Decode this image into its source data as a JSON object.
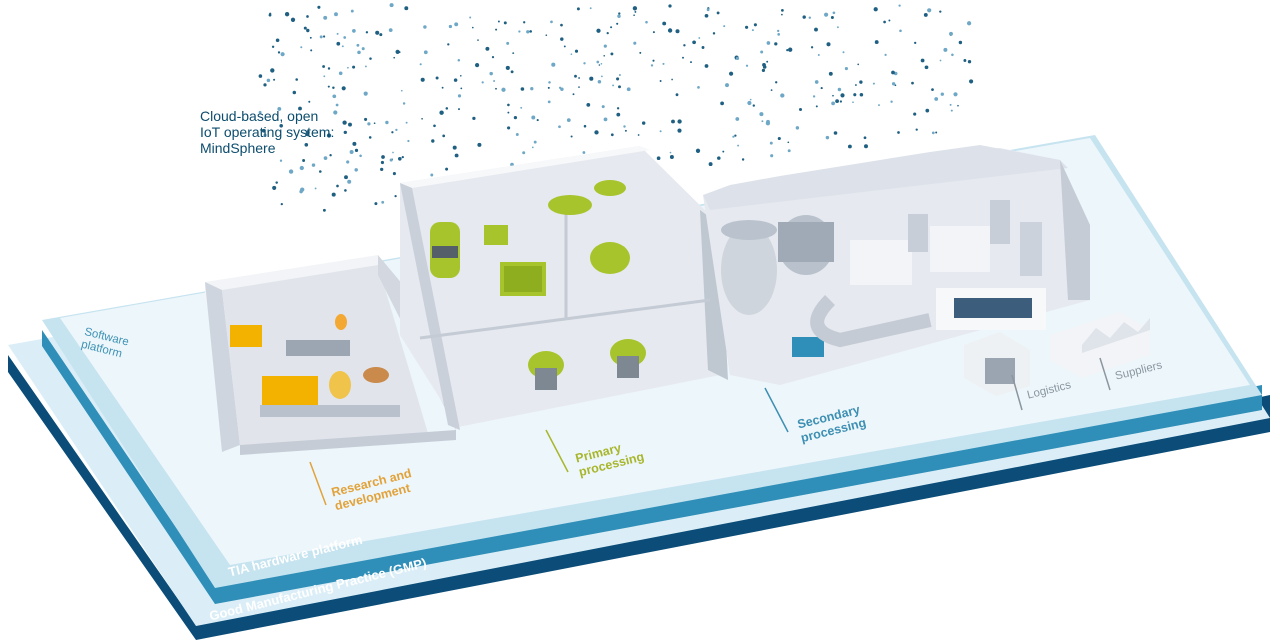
{
  "labels": {
    "cloud": "Cloud-based, open\nIoT operating system:\nMindSphere",
    "software": "Software\nplatform",
    "rnd": "Research and\ndevelopment",
    "primary": "Primary\nprocessing",
    "secondary": "Secondary\nprocessing",
    "logistics": "Logistics",
    "suppliers": "Suppliers",
    "tia": "TIA hardware platform",
    "gmp": "Good Manufacturing Practice (GMP)"
  },
  "colors": {
    "gmp_layer": "#0b4d78",
    "tia_layer": "#2f8fb8",
    "software_layer": "#d6ecf5",
    "wall": "#e6e9ef",
    "dark_wall": "#aeb7c4",
    "equipment_green": "#a7c42c",
    "screen_yellow": "#f4b200",
    "accent_orange": "#e2a23a",
    "accent_blue": "#3d8fb3"
  },
  "icons": [
    "cloud-dots-icon"
  ]
}
